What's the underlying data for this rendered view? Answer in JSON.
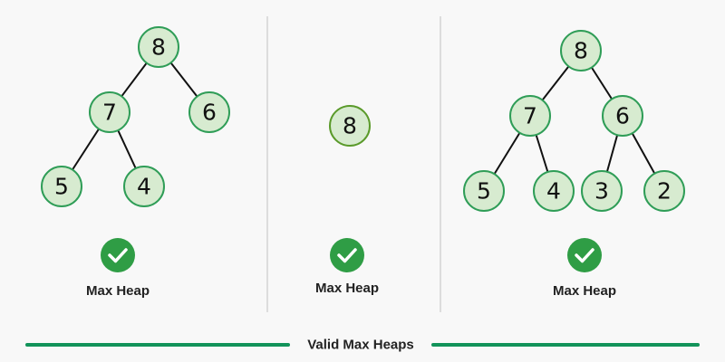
{
  "colors": {
    "node_fill": "#d7ebd0",
    "node_stroke": "#2f9d57",
    "check": "#2f9d45",
    "footer_line": "#12935a"
  },
  "panels": [
    {
      "caption": "Max Heap",
      "status_icon": "check-circle-icon",
      "nodes": [
        {
          "value": "8"
        },
        {
          "value": "7"
        },
        {
          "value": "6"
        },
        {
          "value": "5"
        },
        {
          "value": "4"
        }
      ]
    },
    {
      "caption": "Max Heap",
      "status_icon": "check-circle-icon",
      "nodes": [
        {
          "value": "8"
        }
      ]
    },
    {
      "caption": "Max Heap",
      "status_icon": "check-circle-icon",
      "nodes": [
        {
          "value": "8"
        },
        {
          "value": "7"
        },
        {
          "value": "6"
        },
        {
          "value": "5"
        },
        {
          "value": "4"
        },
        {
          "value": "3"
        },
        {
          "value": "2"
        }
      ]
    }
  ],
  "footer": {
    "label": "Valid Max Heaps"
  }
}
